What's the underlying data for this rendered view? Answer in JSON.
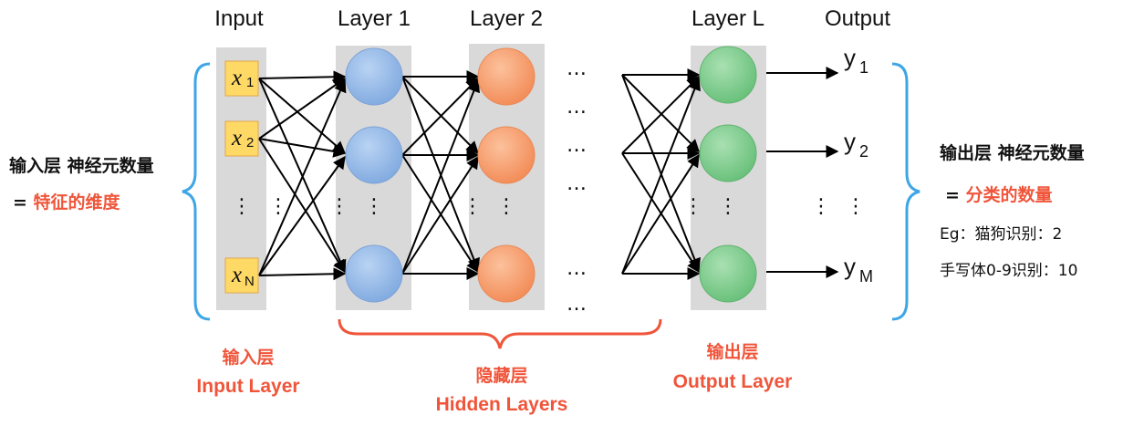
{
  "columns": {
    "input": "Input",
    "layer1": "Layer 1",
    "layer2": "Layer 2",
    "layerL": "Layer L",
    "output": "Output"
  },
  "inputs": [
    {
      "var": "x",
      "sub": "1"
    },
    {
      "var": "x",
      "sub": "2"
    },
    {
      "var": "x",
      "sub": "N"
    }
  ],
  "outputs": [
    {
      "var": "y",
      "sub": "1"
    },
    {
      "var": "y",
      "sub": "2"
    },
    {
      "var": "y",
      "sub": "M"
    }
  ],
  "left_note": {
    "title": "输入层 神经元数量",
    "eq": "= ",
    "value": "特征的维度"
  },
  "right_note": {
    "title": "输出层 神经元数量",
    "eq": "= ",
    "value": "分类的数量",
    "example1": "Eg：猫狗识别：2",
    "example2": "手写体0-9识别：10"
  },
  "bottom_labels": {
    "input_cn": "输入层",
    "input_en": "Input Layer",
    "hidden_cn": "隐藏层",
    "hidden_en": "Hidden Layers",
    "output_cn": "输出层",
    "output_en": "Output  Layer"
  },
  "ellipsis": {
    "horizontal": "…",
    "vertical": "⋮"
  },
  "colors": {
    "accent_red": "#f0553a",
    "brace_blue": "#3ea6e6",
    "layer_bg": "#d9d9d9",
    "input_box": "#ffd966",
    "layer1_node": "#8fb8e8",
    "layer2_node": "#f7a070",
    "layerL_node": "#7fcf8f"
  }
}
